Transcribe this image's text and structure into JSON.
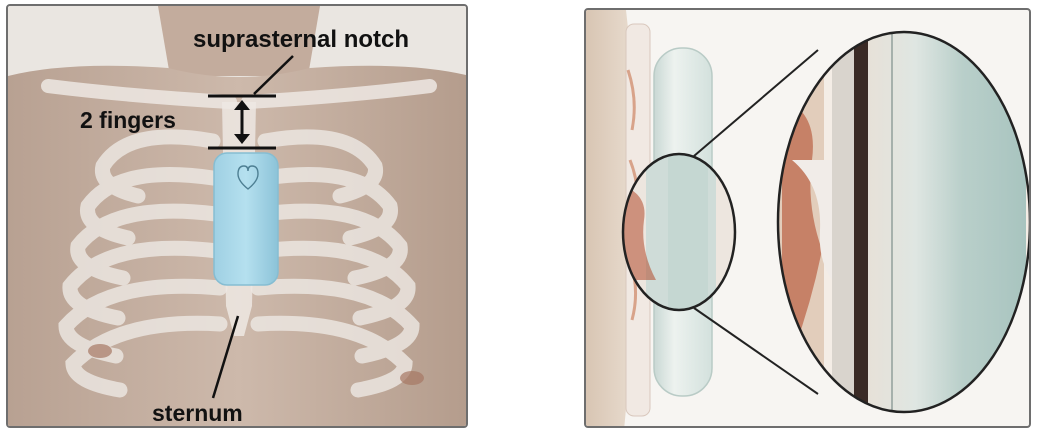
{
  "figure": {
    "left_panel": {
      "labels": {
        "suprasternal_notch": "suprasternal notch",
        "two_fingers": "2 fingers",
        "sternum": "sternum"
      },
      "colors": {
        "skin": "#c9b3a4",
        "bone": "#ede8e3",
        "device": "#a9d7e8"
      }
    },
    "right_panel": {
      "colors": {
        "device": "#e4ece9",
        "device_shadow": "#b9cbc6",
        "background": "#f7f5f2"
      }
    }
  }
}
